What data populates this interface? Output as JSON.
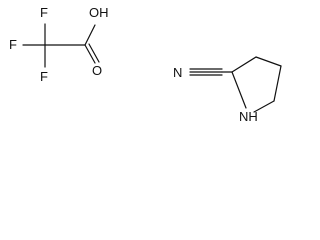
{
  "diagram": {
    "tfa": {
      "labels": {
        "f_top": "F",
        "f_left": "F",
        "f_bottom": "F",
        "oh": "OH",
        "o": "O"
      }
    },
    "pyrrolidine_carbonitrile": {
      "labels": {
        "n_nitrile": "N",
        "nh": "NH"
      }
    }
  }
}
